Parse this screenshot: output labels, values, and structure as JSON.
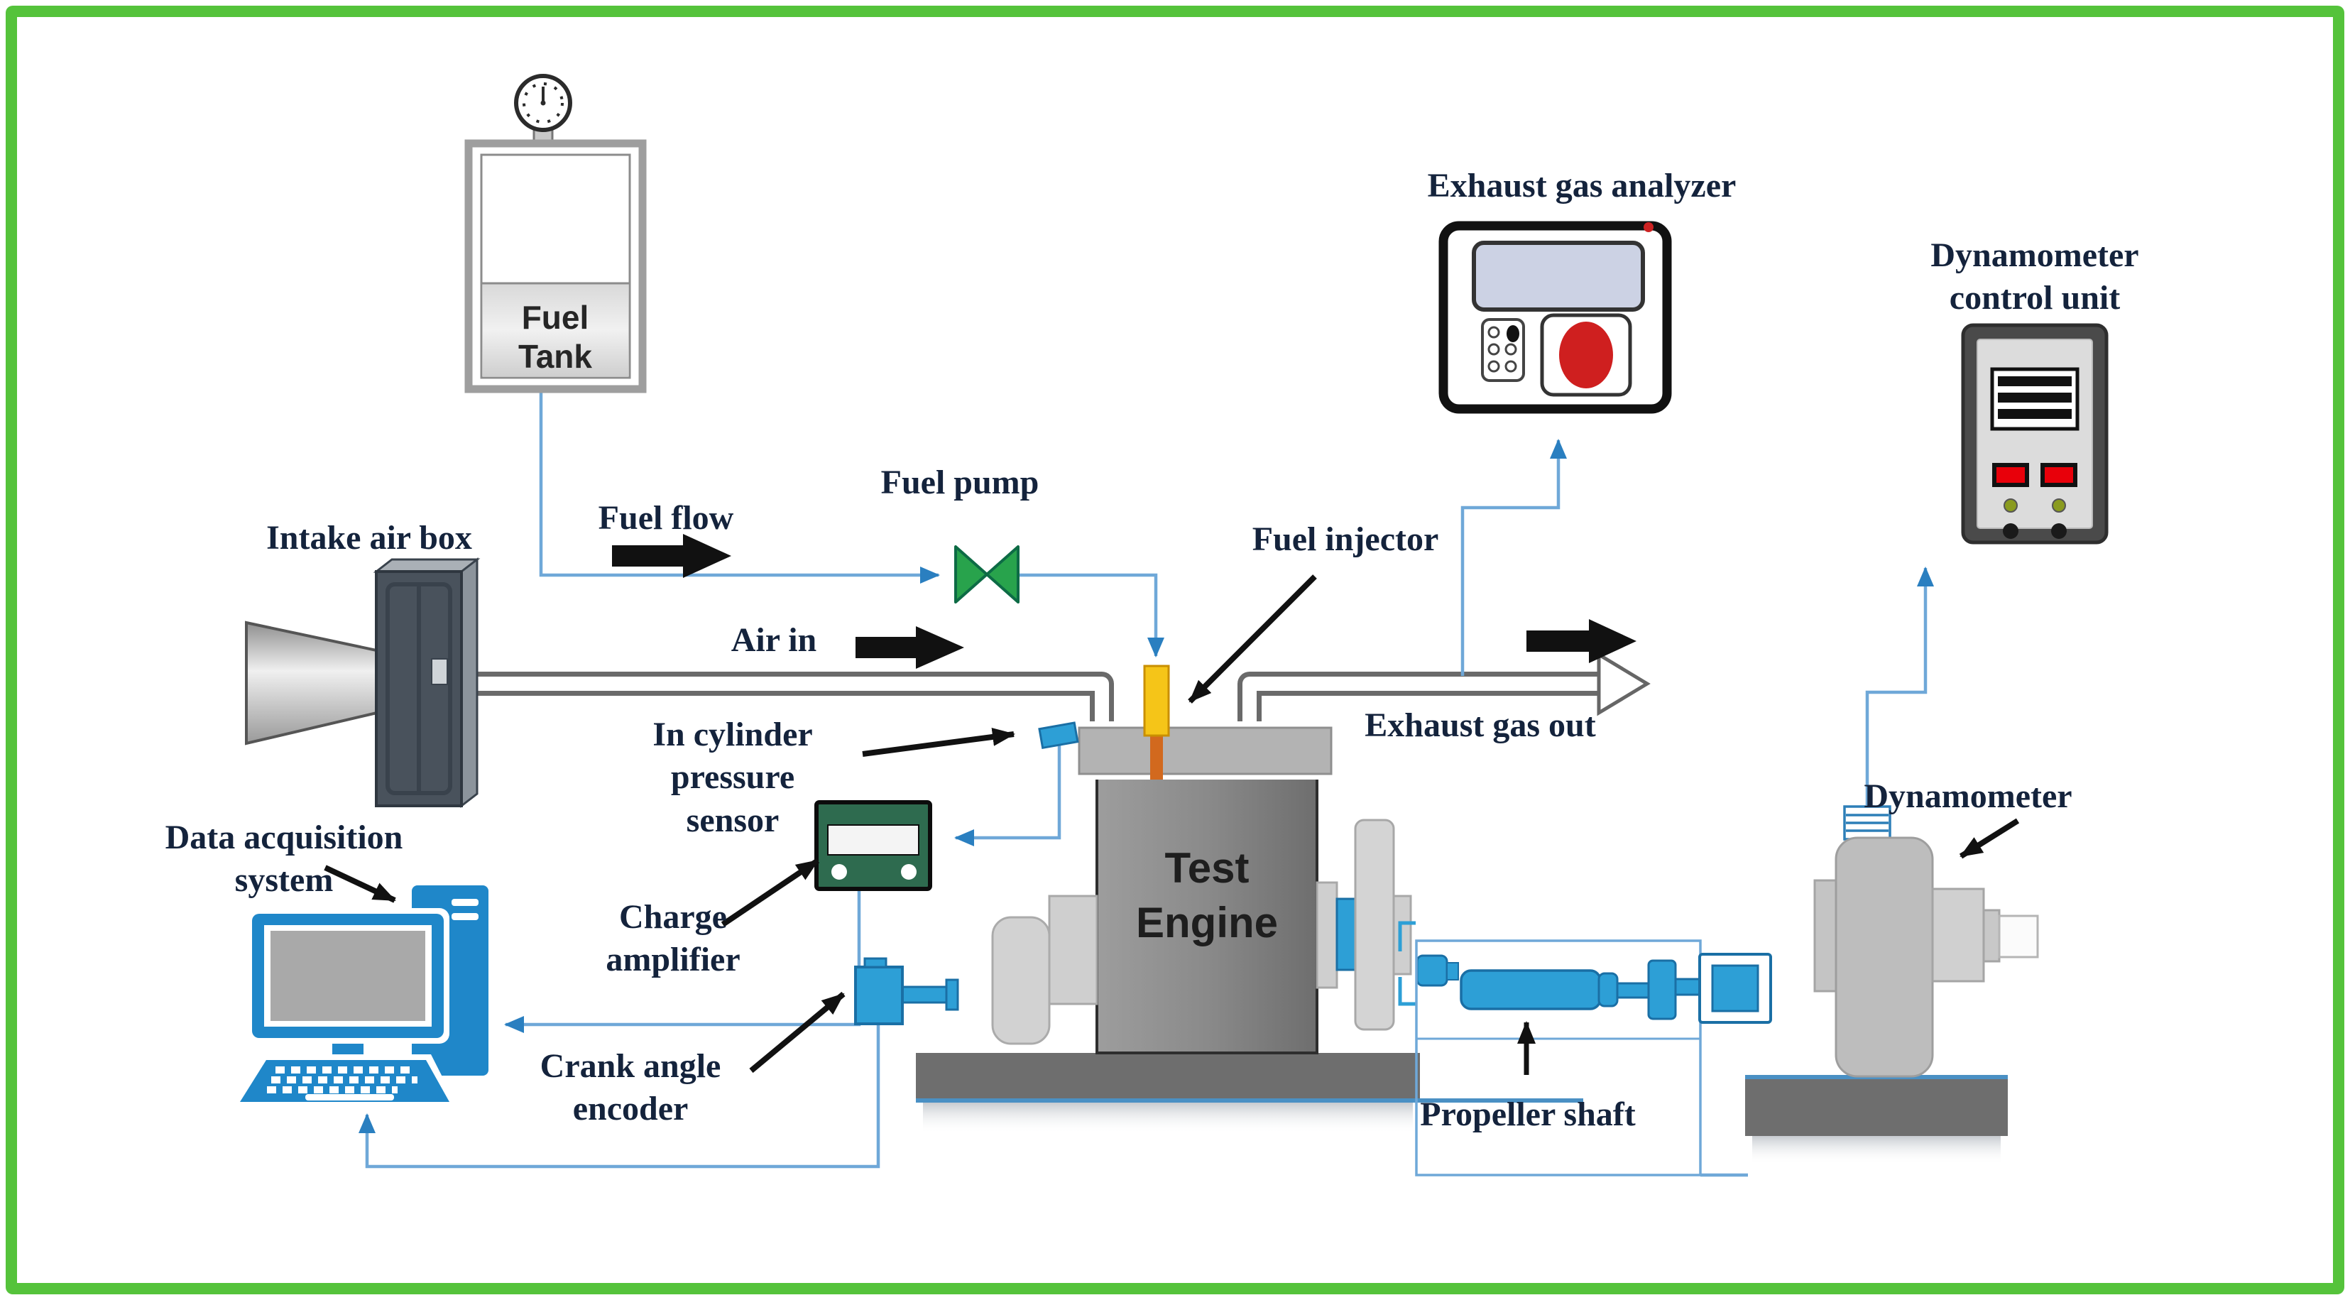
{
  "labels": {
    "intake_air_box": "Intake air box",
    "fuel_tank_1": "Fuel",
    "fuel_tank_2": "Tank",
    "fuel_flow": "Fuel flow",
    "fuel_pump": "Fuel pump",
    "air_in": "Air in",
    "fuel_injector": "Fuel injector",
    "exhaust_gas_analyzer": "Exhaust gas analyzer",
    "dyn_ctrl_1": "Dynamometer",
    "dyn_ctrl_2": "control unit",
    "exhaust_gas_out": "Exhaust gas out",
    "in_cyl_1": "In cylinder",
    "in_cyl_2": "pressure",
    "in_cyl_3": "sensor",
    "charge_amp_1": "Charge",
    "charge_amp_2": "amplifier",
    "crank_enc_1": "Crank angle",
    "crank_enc_2": "encoder",
    "data_acq_1": "Data acquisition",
    "data_acq_2": "system",
    "test_engine_1": "Test",
    "test_engine_2": "Engine",
    "propeller_shaft": "Propeller shaft",
    "dynamometer": "Dynamometer"
  },
  "colors": {
    "frame_green": "#55c33b",
    "signal_line_blue": "#6fa8d8",
    "arrowhead_blue": "#2a7fc0",
    "flow_arrow_black": "#111111",
    "pump_green": "#28a34c",
    "injector_yellow": "#f5c518",
    "injector_stem_orange": "#d2691e",
    "computer_blue": "#1f87c9",
    "component_blue": "#2d9fd6",
    "analyzer_red": "#cf1f1f",
    "led_red": "#e8000a",
    "label_text": "#14233c"
  }
}
